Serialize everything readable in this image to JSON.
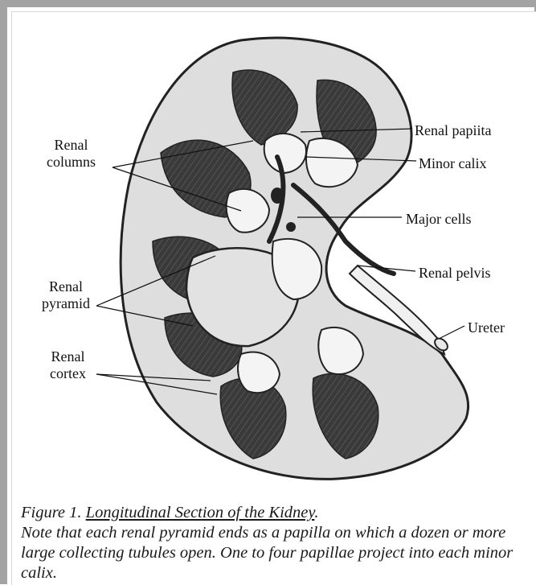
{
  "labels": {
    "renal_columns_1": "Renal",
    "renal_columns_2": "columns",
    "renal_papiita": "Renal papiita",
    "minor_calix": "Minor calix",
    "major_cells": "Major cells",
    "renal_pelvis": "Renal pelvis",
    "renal_pyramid_1": "Renal",
    "renal_pyramid_2": "pyramid",
    "ureter": "Ureter",
    "renal_cortex_1": "Renal",
    "renal_cortex_2": "cortex"
  },
  "caption": {
    "figure_number": "Figure 1.",
    "figure_title": "Longitudinal Section of the Kidney",
    "title_end": ".",
    "note": "Note that each renal pyramid ends as a papilla on which a dozen or more large collecting tubules open. One to four papillae project into each minor calix."
  },
  "colors": {
    "frame": "#a3a3a3",
    "cortex": "#dedede",
    "pyramid": "#3a3a3a",
    "calix": "#f4f4f4",
    "outline": "#222222"
  }
}
